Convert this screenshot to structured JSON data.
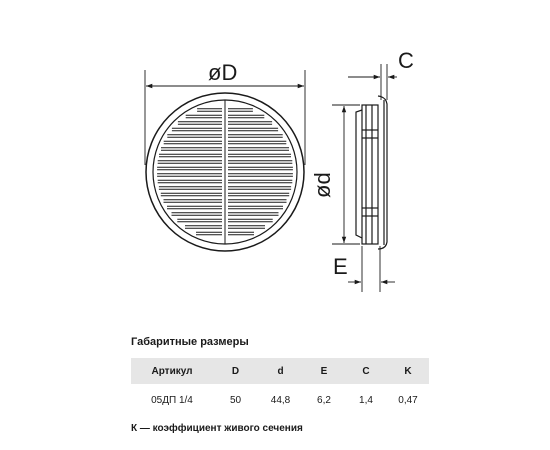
{
  "drawing": {
    "labels": {
      "outer_diameter": "øD",
      "inner_diameter": "ød",
      "flange_thickness": "C",
      "depth": "E"
    }
  },
  "table": {
    "title": "Габаритные размеры",
    "headers": [
      "Артикул",
      "D",
      "d",
      "E",
      "C",
      "K"
    ],
    "rows": [
      [
        "05ДП 1/4",
        "50",
        "44,8",
        "6,2",
        "1,4",
        "0,47"
      ]
    ]
  },
  "footnote": "К — коэффициент живого сечения"
}
